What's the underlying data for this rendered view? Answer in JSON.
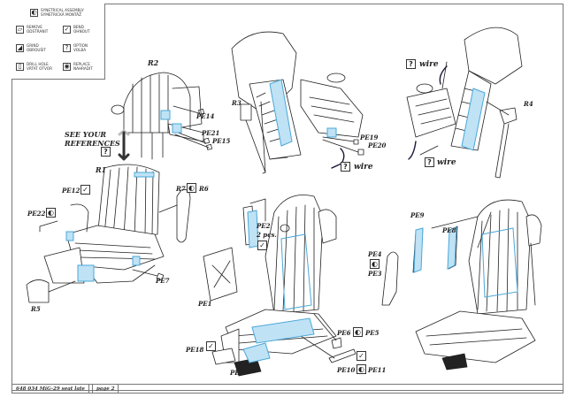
{
  "legend": {
    "items": [
      {
        "icon": "symmetric-assembly-icon",
        "glyph": "◐",
        "label": "Synetrical assembly\nSymetrická montáž"
      },
      {
        "icon": "remove-icon",
        "glyph": "▱",
        "label": "Remove\nOdstranit"
      },
      {
        "icon": "bend-icon",
        "glyph": "✓",
        "label": "Bend\nOhnout"
      },
      {
        "icon": "grind-icon",
        "glyph": "◢",
        "label": "Grind\nObroušit"
      },
      {
        "icon": "option-icon",
        "glyph": "?",
        "label": "Option\nVolba"
      },
      {
        "icon": "drill-hole-icon",
        "glyph": "▯",
        "label": "Drill hole\nVrtat otvor"
      },
      {
        "icon": "replace-icon",
        "glyph": "◉",
        "label": "Replace\nNahradit"
      }
    ]
  },
  "notes": {
    "see_references_line1": "SEE YOUR",
    "see_references_line2": "REFERENCES",
    "option_glyph": "?",
    "bend_glyph": "✓",
    "symmetric_glyph": "◐"
  },
  "parts": {
    "R1": "R1",
    "R2": "R2",
    "R3": "R3",
    "R4": "R4",
    "R5": "R5",
    "R6": "R6",
    "R7": "R7",
    "PE1": "PE1",
    "PE2": "PE2",
    "PE2_qty": "2 pcs.",
    "PE3": "PE3",
    "PE4": "PE4",
    "PE5": "PE5",
    "PE6": "PE6",
    "PE7": "PE7",
    "PE8": "PE8",
    "PE9": "PE9",
    "PE10": "PE10",
    "PE11": "PE11",
    "PE12": "PE12",
    "PE14": "PE14",
    "PE15": "PE15",
    "PE17": "PE17",
    "PE18": "PE18",
    "PE19": "PE19",
    "PE20": "PE20",
    "PE21": "PE21",
    "PE22": "PE22",
    "wire": "wire"
  },
  "footer": {
    "product": "648 034  MiG-29 seat late",
    "page": "page 2"
  },
  "colors": {
    "photo_etch_highlight": "#4aa8d8",
    "line_art": "#222222",
    "frame": "#777777"
  }
}
